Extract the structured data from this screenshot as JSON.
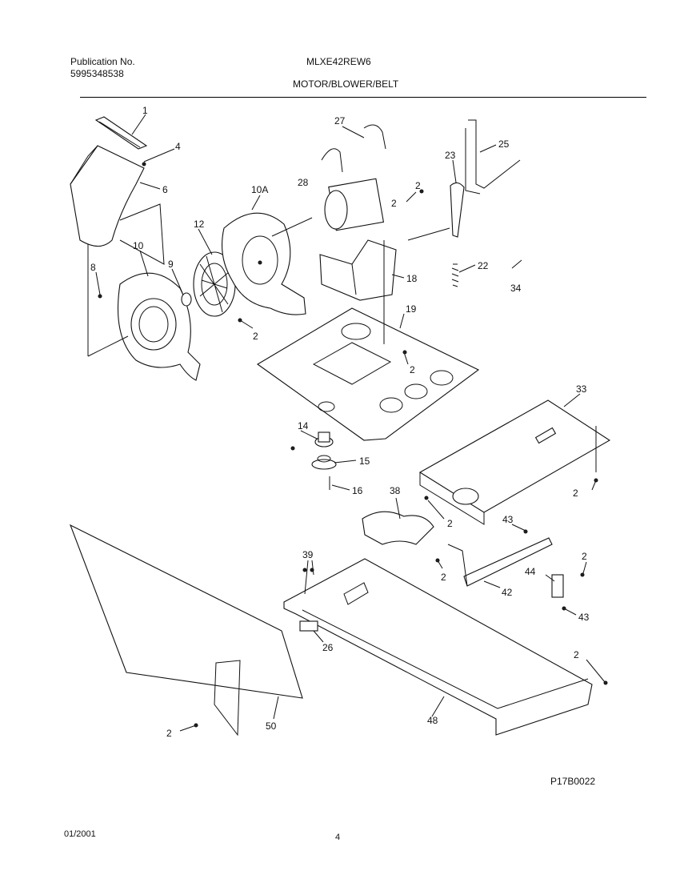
{
  "header": {
    "publication_label": "Publication No.",
    "publication_number": "5995348538",
    "model": "MLXE42REW6",
    "section_title": "MOTOR/BLOWER/BELT"
  },
  "callouts": [
    {
      "id": "c1",
      "text": "1"
    },
    {
      "id": "c4",
      "text": "4"
    },
    {
      "id": "c6",
      "text": "6"
    },
    {
      "id": "c10a",
      "text": "10A"
    },
    {
      "id": "c28",
      "text": "28"
    },
    {
      "id": "c27",
      "text": "27"
    },
    {
      "id": "c2a",
      "text": "2"
    },
    {
      "id": "c2b",
      "text": "2"
    },
    {
      "id": "c23",
      "text": "23"
    },
    {
      "id": "c25",
      "text": "25"
    },
    {
      "id": "c12",
      "text": "12"
    },
    {
      "id": "c10",
      "text": "10"
    },
    {
      "id": "c9",
      "text": "9"
    },
    {
      "id": "c8",
      "text": "8"
    },
    {
      "id": "c22",
      "text": "22"
    },
    {
      "id": "c34",
      "text": "34"
    },
    {
      "id": "c18",
      "text": "18"
    },
    {
      "id": "c19",
      "text": "19"
    },
    {
      "id": "c2c",
      "text": "2"
    },
    {
      "id": "c2d",
      "text": "2"
    },
    {
      "id": "c33",
      "text": "33"
    },
    {
      "id": "c14",
      "text": "14"
    },
    {
      "id": "c15",
      "text": "15"
    },
    {
      "id": "c16",
      "text": "16"
    },
    {
      "id": "c38",
      "text": "38"
    },
    {
      "id": "c2e",
      "text": "2"
    },
    {
      "id": "c2f",
      "text": "2"
    },
    {
      "id": "c43a",
      "text": "43"
    },
    {
      "id": "c39",
      "text": "39"
    },
    {
      "id": "c2g",
      "text": "2"
    },
    {
      "id": "c2h",
      "text": "2"
    },
    {
      "id": "c44",
      "text": "44"
    },
    {
      "id": "c42",
      "text": "42"
    },
    {
      "id": "c43b",
      "text": "43"
    },
    {
      "id": "c26",
      "text": "26"
    },
    {
      "id": "c2i",
      "text": "2"
    },
    {
      "id": "c50",
      "text": "50"
    },
    {
      "id": "c2j",
      "text": "2"
    },
    {
      "id": "c48",
      "text": "48"
    }
  ],
  "figure_code": "P17B0022",
  "footer": {
    "date": "01/2001",
    "page_number": "4"
  }
}
